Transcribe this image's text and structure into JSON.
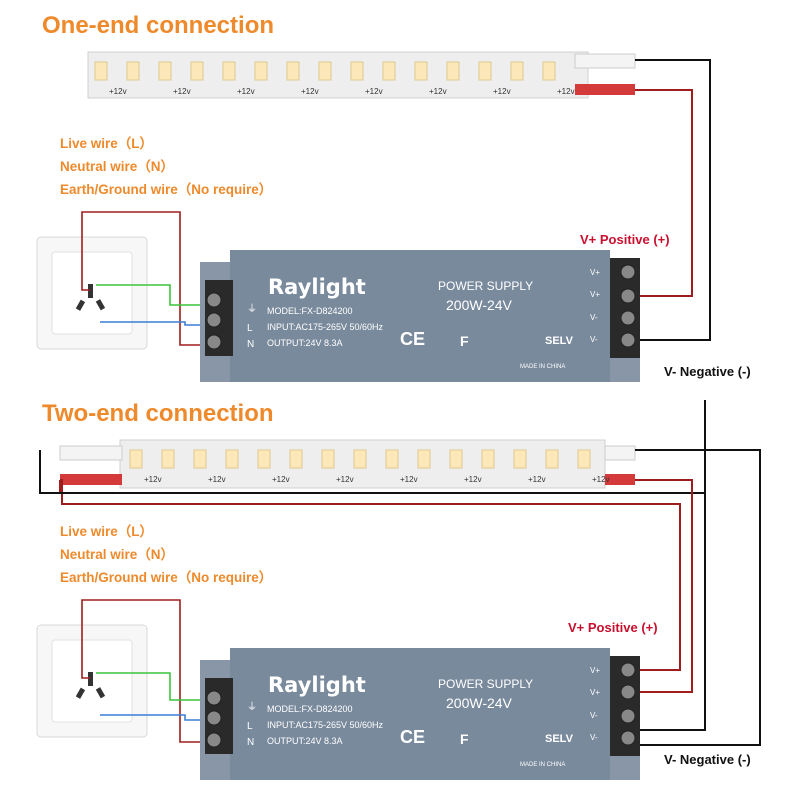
{
  "sections": [
    {
      "title": "One-end connection",
      "wires": [
        "Live wire（L）",
        "Neutral wire（N）",
        "Earth/Ground wire（No require）"
      ],
      "positive_label": "V+ Positive (+)",
      "negative_label": "V- Negative (-)"
    },
    {
      "title": "Two-end connection",
      "wires": [
        "Live wire（L）",
        "Neutral wire（N）",
        "Earth/Ground wire（No require）"
      ],
      "positive_label": "V+ Positive (+)",
      "negative_label": "V- Negative (-)"
    }
  ],
  "psu": {
    "brand": "Raylight",
    "model": "MODEL:FX-D824200",
    "input": "INPUT:AC175-265V 50/60Hz",
    "output": "OUTPUT:24V 8.3A",
    "type": "POWER SUPPLY",
    "rating": "200W-24V",
    "made_in": "MADE IN CHINA",
    "selv": "SELV",
    "ce": "CE",
    "f_mark": "F",
    "left_terminals": [
      "⏚",
      "L",
      "N"
    ],
    "right_terminals": [
      "V+",
      "V+",
      "V-",
      "V-"
    ]
  },
  "strip": {
    "voltage_label": "+12v"
  },
  "colors": {
    "accent_orange": "#ee8a2b",
    "positive_red": "#c8102e",
    "wire_dark_red": "#a01d1d",
    "wire_black": "#111111",
    "earth_green": "#3cc43c",
    "neutral_blue": "#3a7fd5",
    "psu_body": "#7a8a9d"
  }
}
